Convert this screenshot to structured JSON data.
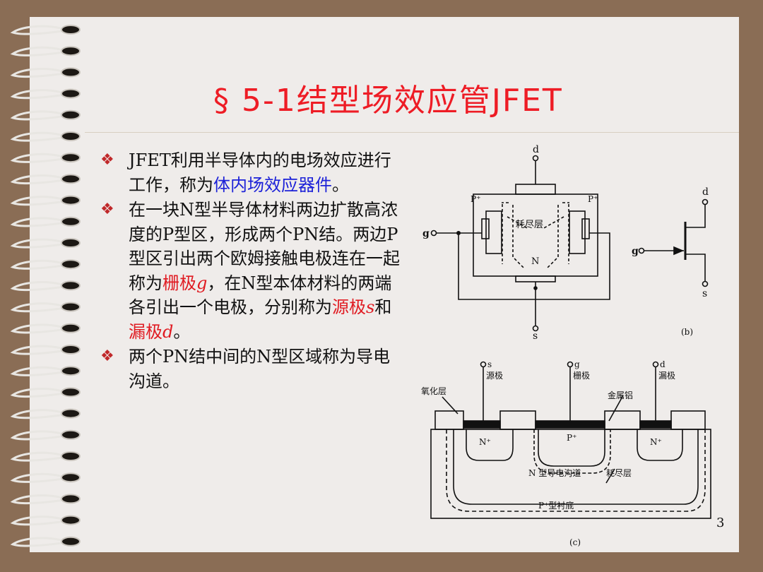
{
  "title": "§ 5-1结型场效应管JFET",
  "bullets": [
    {
      "parts": [
        {
          "text": "JFET利用半导体内的电场效应进行工作，称为",
          "style": "normal"
        },
        {
          "text": "体内场效应器件",
          "style": "blue"
        },
        {
          "text": "。",
          "style": "normal"
        }
      ]
    },
    {
      "parts": [
        {
          "text": "在一块N型半导体材料两边扩散高浓度的P型区，形成两个PN结。两边P型区引出两个欧姆接触电极连在一起称为",
          "style": "normal"
        },
        {
          "text": "栅极",
          "style": "red"
        },
        {
          "text": "g",
          "style": "red-italic"
        },
        {
          "text": "，在N型本体材料的两端各引出一个电极，分别称为",
          "style": "normal"
        },
        {
          "text": "源极",
          "style": "red"
        },
        {
          "text": "s",
          "style": "red-italic"
        },
        {
          "text": "和",
          "style": "normal"
        },
        {
          "text": "漏极",
          "style": "red"
        },
        {
          "text": "d",
          "style": "red-italic"
        },
        {
          "text": "。",
          "style": "normal"
        }
      ]
    },
    {
      "parts": [
        {
          "text": "两个PN结中间的N型区域称为导电沟道。",
          "style": "normal"
        }
      ]
    }
  ],
  "figure_a": {
    "d": "d",
    "s": "s",
    "g": "g",
    "p_left": "P⁺",
    "p_right": "P⁺",
    "depletion": "耗尽层",
    "n": "N"
  },
  "figure_b": {
    "d": "d",
    "s": "s",
    "g": "g",
    "caption": "(b)"
  },
  "figure_c": {
    "s": "s",
    "g": "g",
    "d": "d",
    "source": "源极",
    "gate": "栅极",
    "drain": "漏极",
    "oxide": "氧化层",
    "metal": "金属铝",
    "n_plus_left": "N⁺",
    "p_plus": "P⁺",
    "n_plus_right": "N⁺",
    "channel": "N 型导电沟道",
    "depletion": "耗尽层",
    "substrate": "P⁺型衬底",
    "caption": "(c)"
  },
  "page_number": "3",
  "colors": {
    "title": "#ee1c25",
    "blue": "#1d22d8",
    "red": "#e01b22",
    "bullet_marker": "#c0282a"
  },
  "bullet_icon": "diamond-cluster-icon"
}
